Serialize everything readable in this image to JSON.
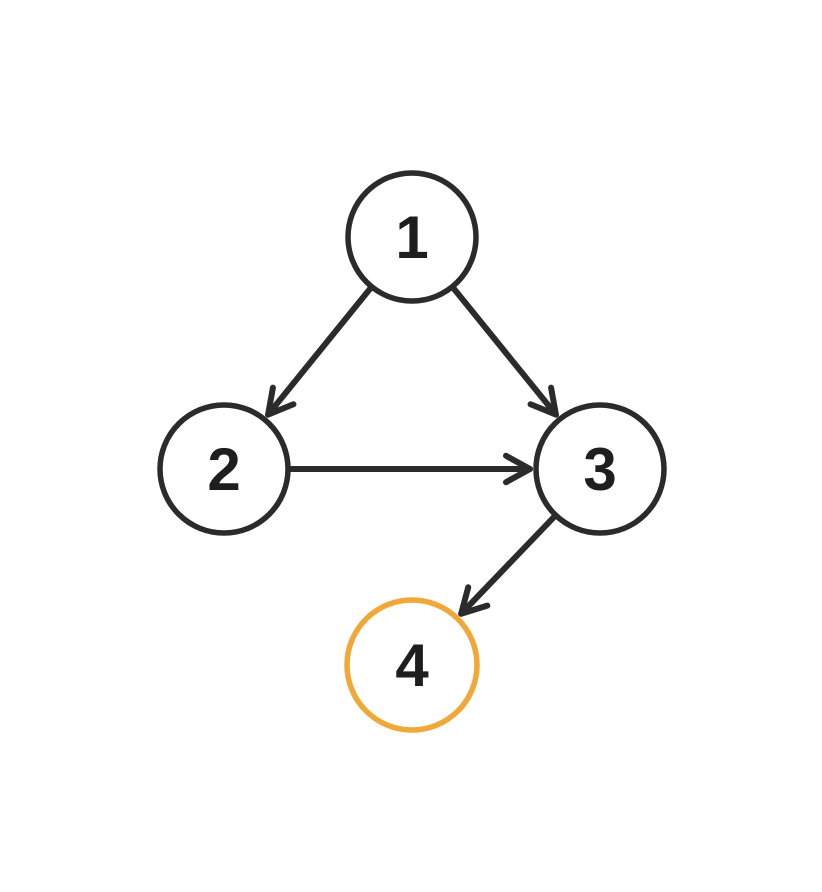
{
  "colors": {
    "background": "#ffffff",
    "default_stroke": "#2b2b2b",
    "highlight_stroke": "#f0a838",
    "text": "#1e1e1e"
  },
  "nodes": [
    {
      "id": "1",
      "label": "1",
      "highlighted": false
    },
    {
      "id": "2",
      "label": "2",
      "highlighted": false
    },
    {
      "id": "3",
      "label": "3",
      "highlighted": false
    },
    {
      "id": "4",
      "label": "4",
      "highlighted": true
    }
  ],
  "edges": [
    {
      "from": "1",
      "to": "2",
      "directed": true
    },
    {
      "from": "1",
      "to": "3",
      "directed": true
    },
    {
      "from": "2",
      "to": "3",
      "directed": true
    },
    {
      "from": "3",
      "to": "4",
      "directed": true
    }
  ]
}
